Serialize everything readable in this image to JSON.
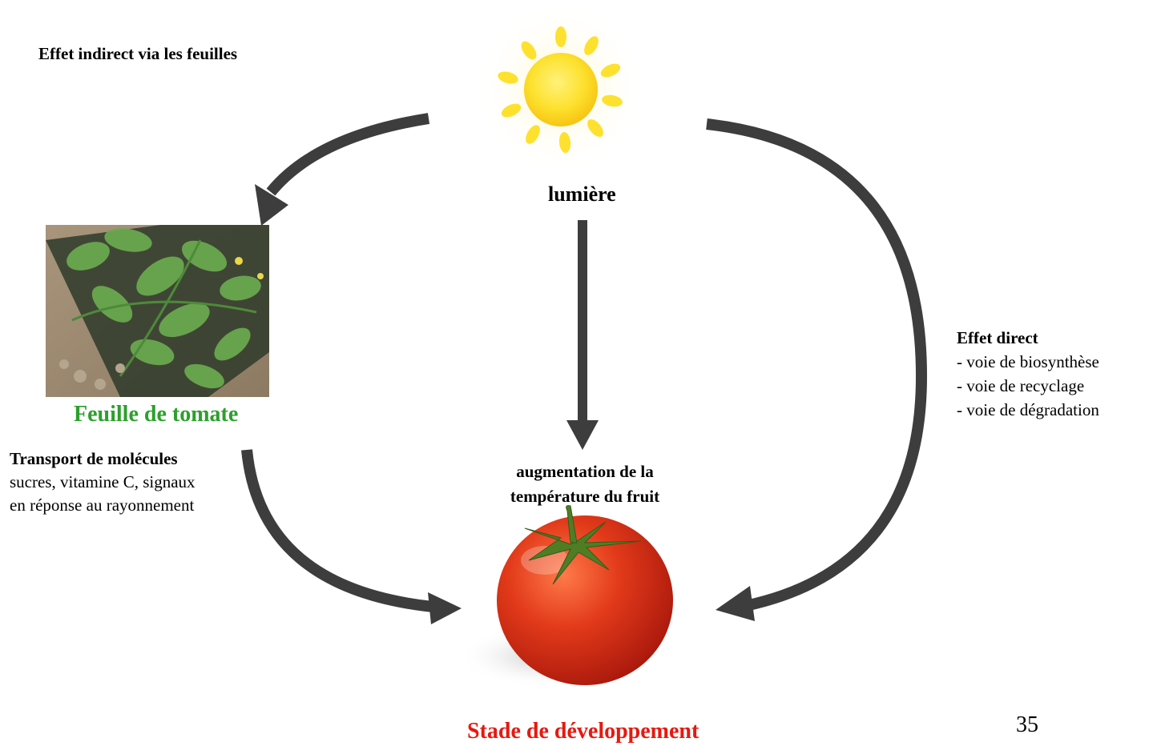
{
  "labels": {
    "indirect": "Effet indirect via les feuilles",
    "lumiere": "lumière",
    "feuille": "Feuille de tomate",
    "stade": "Stade de développement",
    "page_number": "35"
  },
  "transport": {
    "title": "Transport de molécules",
    "lines": [
      "sucres, vitamine C, signaux",
      "en réponse au rayonnement"
    ]
  },
  "temperature": {
    "lines": [
      "augmentation de la",
      "température du fruit"
    ]
  },
  "direct": {
    "title": "Effet direct",
    "items": [
      "-  voie de biosynthèse",
      "-  voie de recyclage",
      "-  voie de dégradation"
    ]
  },
  "colors": {
    "arrow": "#3d3d3d",
    "feuille_label": "#2ca02c",
    "stade_label": "#e8180f",
    "sun": "#fde12e",
    "tomato": "#e0321a"
  },
  "images": {
    "sun": "sun-icon",
    "leaf_photo": "tomato-leaf-photo",
    "tomato_photo": "tomato-fruit-photo"
  }
}
